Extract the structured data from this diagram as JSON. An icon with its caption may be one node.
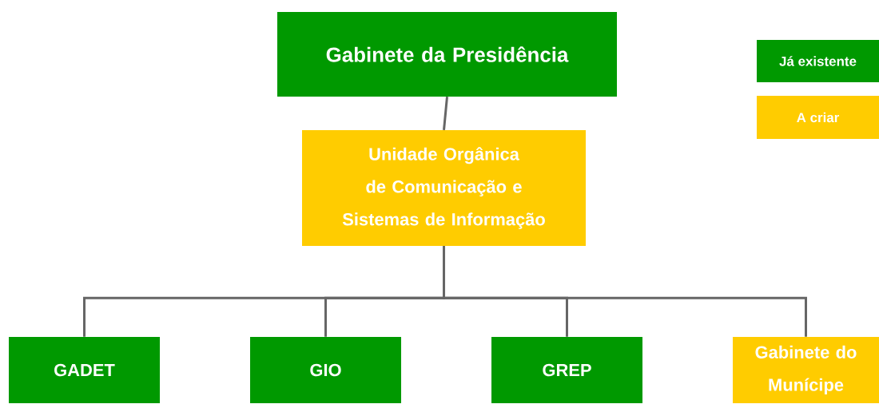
{
  "diagram": {
    "nodes": [
      {
        "text": [
          "Gabinete da Presidência"
        ]
      },
      {
        "text": [
          "Unidade Orgânica de Comunicação e Sistemas de Informação"
        ]
      },
      {
        "text": [
          "GADET"
        ]
      },
      {
        "text": [
          "GIO"
        ]
      },
      {
        "text": [
          "GREP"
        ]
      },
      {
        "text": [
          "Gabinete do Munícipe"
        ]
      }
    ],
    "edges": [
      {
        "from": 0,
        "to": 1,
        "arrow": "none"
      },
      {
        "from": 1,
        "to": 2,
        "arrow": "none"
      },
      {
        "from": 1,
        "to": 3,
        "arrow": "none"
      },
      {
        "from": 1,
        "to": 4,
        "arrow": "none"
      },
      {
        "from": 1,
        "to": 5,
        "arrow": "none"
      }
    ],
    "legend": [
      {
        "text": "Já existente",
        "color": "#009900"
      },
      {
        "text": "A criar",
        "color": "#ffcc00"
      }
    ]
  }
}
